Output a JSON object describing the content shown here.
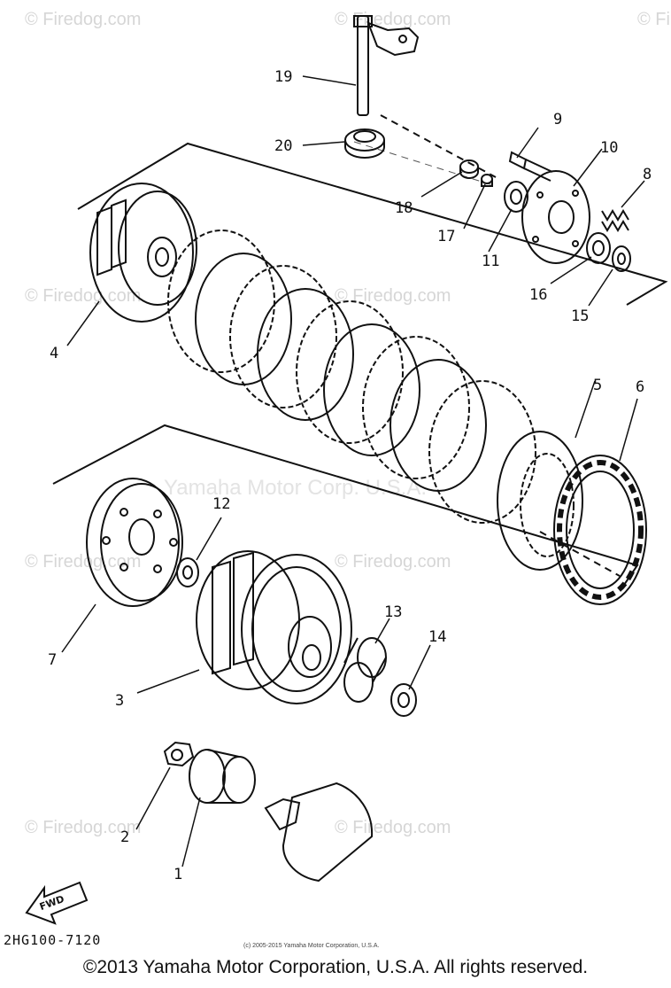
{
  "watermark": {
    "brand": "© Firedog.com",
    "mid": "Yamaha Motor Corp. U.S.A."
  },
  "callouts": [
    "1",
    "2",
    "3",
    "4",
    "5",
    "6",
    "7",
    "8",
    "9",
    "10",
    "11",
    "12",
    "13",
    "14",
    "15",
    "16",
    "17",
    "18",
    "19",
    "20"
  ],
  "part_code": "2HG100-7120",
  "small_copyright": "(c) 2005-2015 Yamaha Motor Corporation, U.S.A.",
  "footer": "©2013 Yamaha Motor Corporation, U.S.A. All rights reserved.",
  "fwd_label": "FWD"
}
